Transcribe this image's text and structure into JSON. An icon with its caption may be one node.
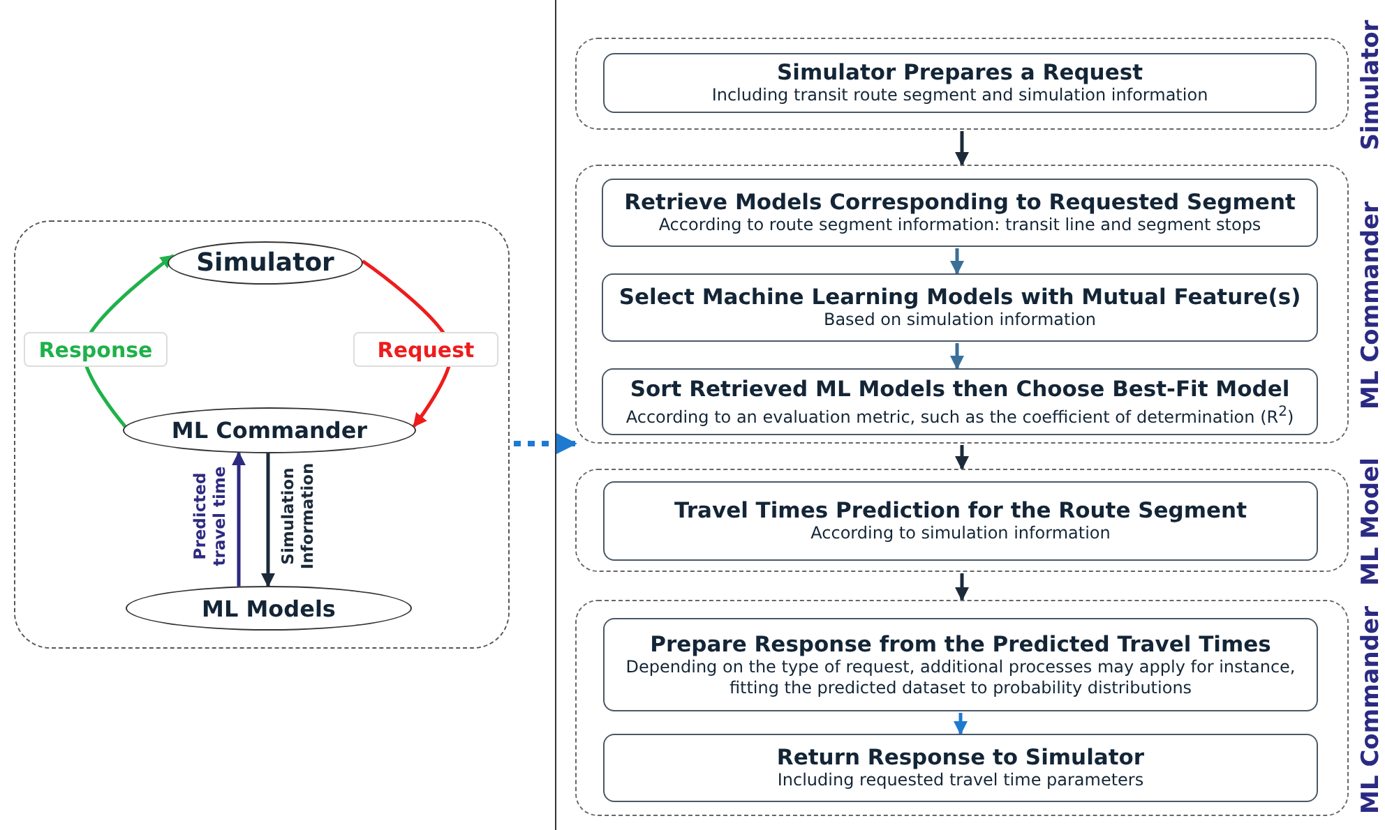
{
  "diagram": {
    "nodes": [
      {
        "text": [],
        "shape": "box"
      },
      {
        "text": [
          "Simulator"
        ],
        "in": 0
      },
      {
        "text": [
          "ML Commander"
        ],
        "in": 0
      },
      {
        "text": [
          "ML Models"
        ],
        "in": 0
      },
      {
        "text": [
          "Simulator"
        ]
      },
      {
        "text": [
          "Simulator Prepares a Request",
          "Including transit route segment and simulation information"
        ],
        "in": 4
      },
      {
        "text": [
          "ML Commander"
        ]
      },
      {
        "text": [
          "Retrieve Models Corresponding to Requested Segment",
          "According to route segment information: transit line and segment stops"
        ],
        "in": 6
      },
      {
        "text": [
          "Select Machine Learning Models with Mutual Feature(s)",
          "Based on simulation information"
        ],
        "in": 6
      },
      {
        "text": [
          "Sort Retrieved ML Models then Choose Best-Fit Model",
          "According to an evaluation metric, such as the coefficient of determination (R$^{2}$)"
        ],
        "in": 6
      },
      {
        "text": [
          "ML Model"
        ]
      },
      {
        "text": [
          "Travel Times Prediction for the Route Segment",
          "According to simulation information"
        ],
        "in": 10
      },
      {
        "text": [
          "ML Commander"
        ]
      },
      {
        "text": [
          "Prepare Response from the Predicted Travel Times",
          "Depending on the type of request, additional processes may apply for instance, fitting the predicted dataset to probability distributions"
        ],
        "in": 12
      },
      {
        "text": [
          "Return Response to Simulator",
          "Including requested travel time parameters"
        ],
        "in": 12
      }
    ],
    "edges": [
      {
        "from": 2,
        "to": 1,
        "arrow": "to",
        "label": "Response",
        "color": "#1fb14a"
      },
      {
        "from": 1,
        "to": 2,
        "arrow": "to",
        "label": "Request",
        "color": "#ee1c1c"
      },
      {
        "from": 3,
        "to": 2,
        "arrow": "to",
        "label": "Predicted travel time",
        "color": "#2e2a80"
      },
      {
        "from": 2,
        "to": 3,
        "arrow": "to",
        "label": "Simulation Information"
      },
      {
        "from": 0,
        "to": 6,
        "arrow": "to",
        "style": "dashed",
        "color": "#1e7ad0"
      },
      {
        "from": 4,
        "to": 6,
        "arrow": "to"
      },
      {
        "from": 7,
        "to": 8,
        "arrow": "to",
        "color": "#3a6f98"
      },
      {
        "from": 8,
        "to": 9,
        "arrow": "to",
        "color": "#3a6f98"
      },
      {
        "from": 6,
        "to": 10,
        "arrow": "to"
      },
      {
        "from": 10,
        "to": 12,
        "arrow": "to"
      },
      {
        "from": 13,
        "to": 14,
        "arrow": "to",
        "color": "#1e7ad0"
      }
    ]
  }
}
